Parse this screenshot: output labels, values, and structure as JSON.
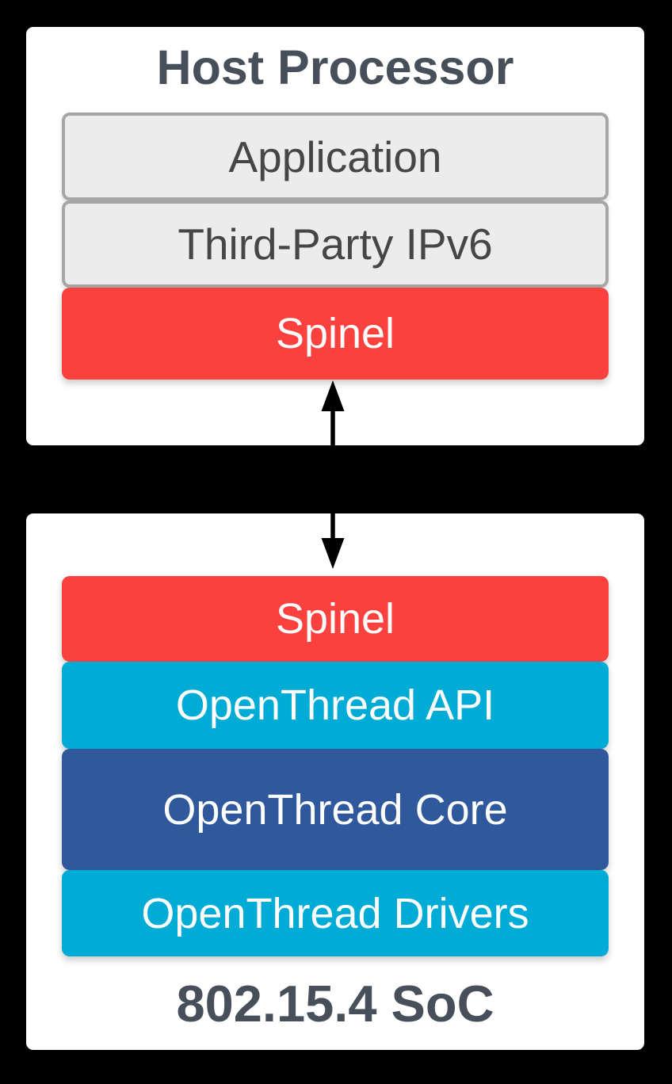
{
  "host_card": {
    "title": "Host Processor",
    "layers": [
      {
        "label": "Application",
        "color_key": "gray"
      },
      {
        "label": "Third-Party IPv6",
        "color_key": "gray"
      },
      {
        "label": "Spinel",
        "color_key": "red"
      }
    ]
  },
  "link_arrow": {
    "icon": "vertical-double-headed-arrow",
    "connects": [
      "Spinel (Host Processor)",
      "Spinel (802.15.4 SoC)"
    ]
  },
  "soc_card": {
    "title": "802.15.4 SoC",
    "layers": [
      {
        "label": "Spinel",
        "color_key": "red"
      },
      {
        "label": "OpenThread API",
        "color_key": "cyan"
      },
      {
        "label": "OpenThread Core",
        "color_key": "blue"
      },
      {
        "label": "OpenThread Drivers",
        "color_key": "cyan"
      }
    ]
  },
  "colors": {
    "background": "#000000",
    "card_background": "#FFFFFF",
    "layer_gray_fill": "#ECECEC",
    "layer_gray_border": "#A6A6A6",
    "layer_red": "#FA413E",
    "layer_cyan": "#00ABD5",
    "layer_blue": "#30589D",
    "card_title_text": "#47505A",
    "gray_layer_text": "#464646",
    "colored_layer_text": "#FFFFFF",
    "arrow": "#000000"
  }
}
